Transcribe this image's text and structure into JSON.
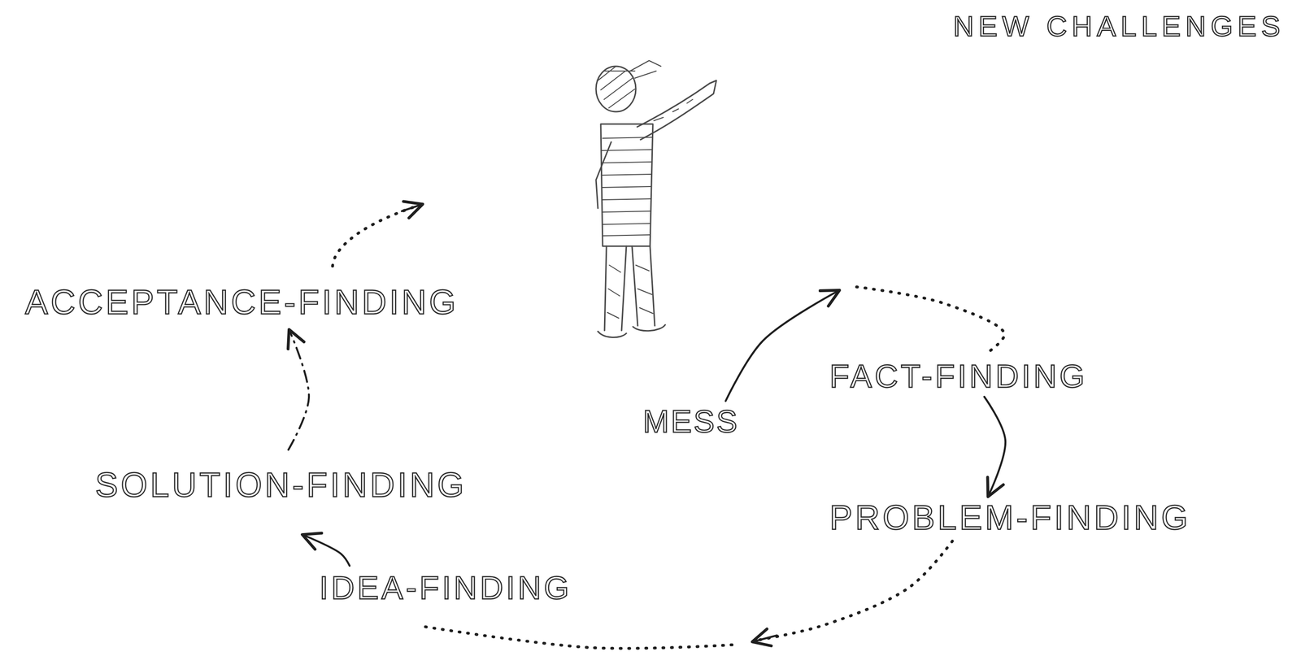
{
  "diagram": {
    "nodes": [
      {
        "text": [
          "NEW CHALLENGES"
        ]
      },
      {
        "text": [
          "ACCEPTANCE-FINDING"
        ]
      },
      {
        "text": [
          "FACT-FINDING"
        ]
      },
      {
        "text": [
          "MESS"
        ]
      },
      {
        "text": [
          "SOLUTION-FINDING"
        ]
      },
      {
        "text": [
          "PROBLEM-FINDING"
        ]
      },
      {
        "text": [
          "IDEA-FINDING"
        ]
      }
    ],
    "edges": [
      {
        "from": 3,
        "to": 2,
        "arrow": "to"
      },
      {
        "from": 2,
        "to": 5,
        "arrow": "to"
      },
      {
        "from": 5,
        "to": 6,
        "arrow": "to"
      },
      {
        "from": 6,
        "to": 4,
        "arrow": "to"
      },
      {
        "from": 4,
        "to": 1,
        "arrow": "to"
      }
    ]
  }
}
